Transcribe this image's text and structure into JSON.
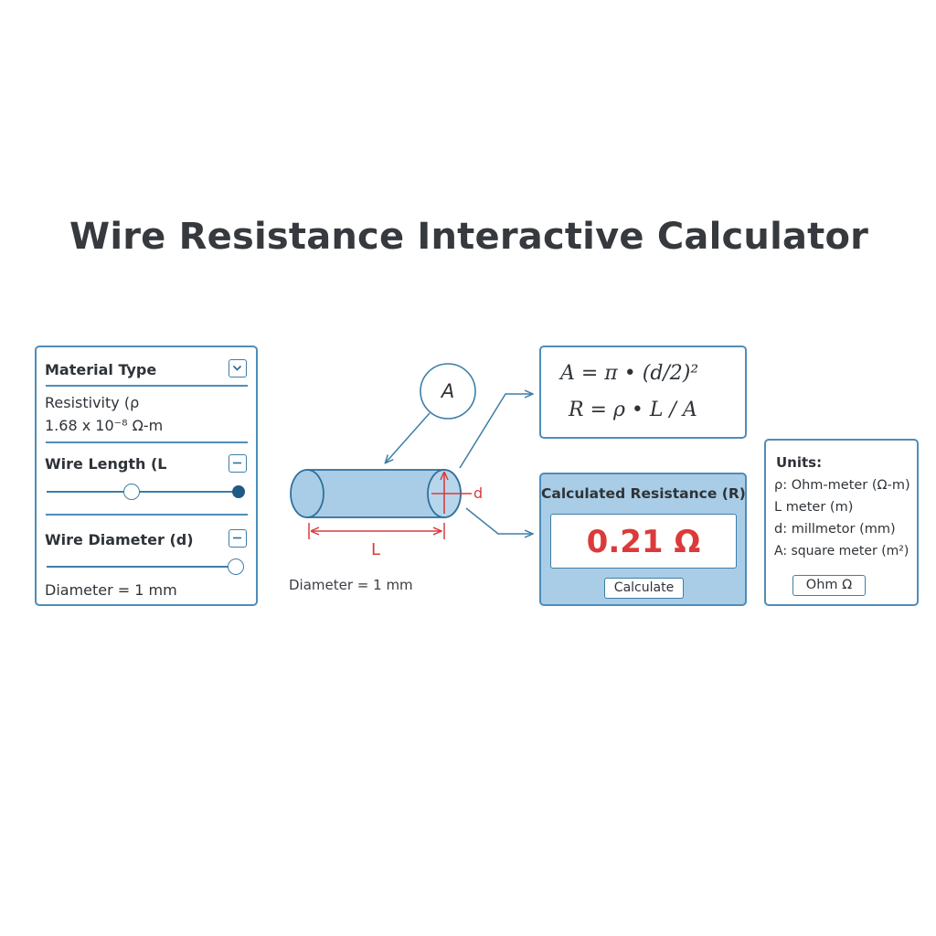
{
  "title": "Wire Resistance Interactive Calculator",
  "controls": {
    "material_type_label": "Material Type",
    "resistivity_label": "Resistivity (ρ",
    "resistivity_value": "1.68 x 10⁻⁸ Ω-m",
    "wire_length_label": "Wire Length (L",
    "wire_diameter_label": "Wire Diameter (d)",
    "diameter_readout": "Diameter = 1 mm"
  },
  "diagram": {
    "area_label": "A",
    "length_label": "L",
    "diameter_label": "d",
    "caption": "Diameter = 1 mm"
  },
  "formulas": {
    "area": "A = π • (d/2)²",
    "resistance": "R = ρ • L / A"
  },
  "result": {
    "label": "Calculated Resistance (R)",
    "value": "0.21 Ω",
    "calculate_button": "Calculate"
  },
  "units": {
    "heading": "Units:",
    "items": [
      "ρ: Ohm-meter (Ω-m)",
      "L  meter (m)",
      "d:  millmetor (mm)",
      "A: square meter (m²)"
    ],
    "ohm_button": "Ohm Ω"
  },
  "icons": {
    "material_dropdown": "chevron-down-icon",
    "length_toggle": "minus-icon",
    "diameter_toggle": "minus-icon"
  },
  "colors": {
    "accent": "#4f8db8",
    "result_panel": "#a9cde6",
    "result_value": "#dc3a3a",
    "dimension": "#d93c3c",
    "wire_fill": "#a9cde6"
  }
}
